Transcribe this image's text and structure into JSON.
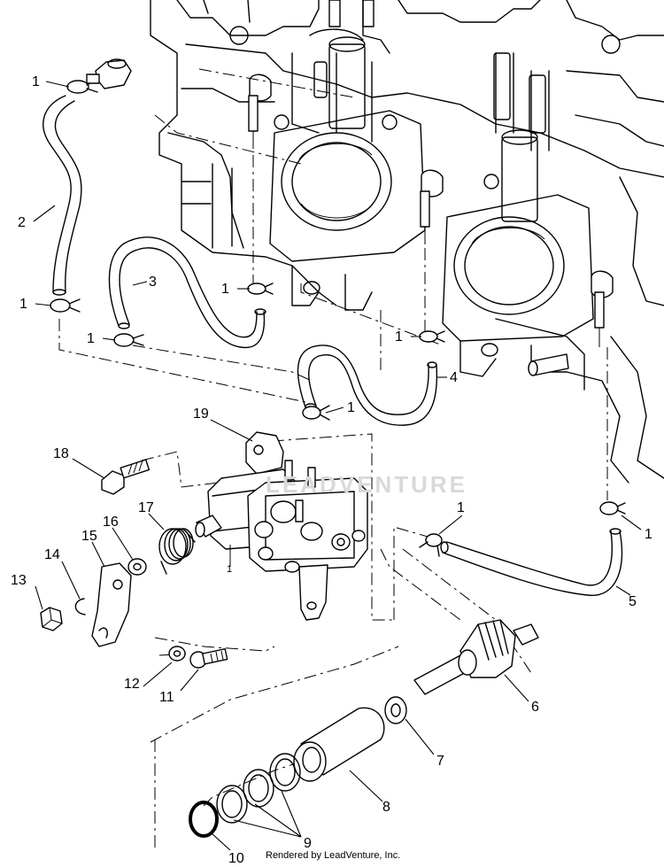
{
  "watermark": "LEADVENTURE",
  "footer": "Rendered by LeadVenture, Inc.",
  "callouts": {
    "c1a": "1",
    "c1b": "1",
    "c1c": "1",
    "c1d": "1",
    "c1e": "1",
    "c1f": "1",
    "c1g": "1",
    "c1h": "1",
    "c1i": "1",
    "c2": "2",
    "c3": "3",
    "c4": "4",
    "c5": "5",
    "c6": "6",
    "c7": "7",
    "c8": "8",
    "c9": "9",
    "c10": "10",
    "c11": "11",
    "c12": "12",
    "c13": "13",
    "c14": "14",
    "c15": "15",
    "c16": "16",
    "c17": "17",
    "c18": "18",
    "c19": "19"
  },
  "pump_mark": "1"
}
